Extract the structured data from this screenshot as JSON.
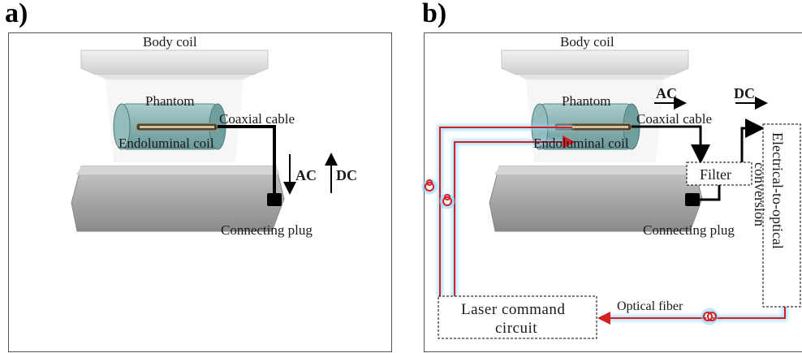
{
  "panel_a": {
    "letter": "a)",
    "labels": {
      "body_coil": "Body coil",
      "phantom": "Phantom",
      "coaxial_cable": "Coaxial cable",
      "endoluminal_coil": "Endoluminal coil",
      "ac": "AC",
      "dc": "DC",
      "connecting_plug": "Connecting plug"
    }
  },
  "panel_b": {
    "letter": "b)",
    "labels": {
      "body_coil": "Body coil",
      "phantom": "Phantom",
      "ac": "AC",
      "dc": "DC",
      "coaxial_cable": "Coaxial cable",
      "endoluminal_coil": "Endoluminal coil",
      "filter": "Filter",
      "connecting_plug": "Connecting plug",
      "conversion_line1": "Electrical-to-optical",
      "conversion_line2": "conversion",
      "optical_fiber": "Optical fiber",
      "laser_line1": "Laser command",
      "laser_line2": "circuit"
    }
  },
  "colors": {
    "fiber_red": "#d42020",
    "fiber_glow": "#8fd3ff",
    "phantom_fill": "#7fb0b0",
    "coil_gray": "#d8d8d8",
    "table_gray": "#9a9a9a"
  }
}
